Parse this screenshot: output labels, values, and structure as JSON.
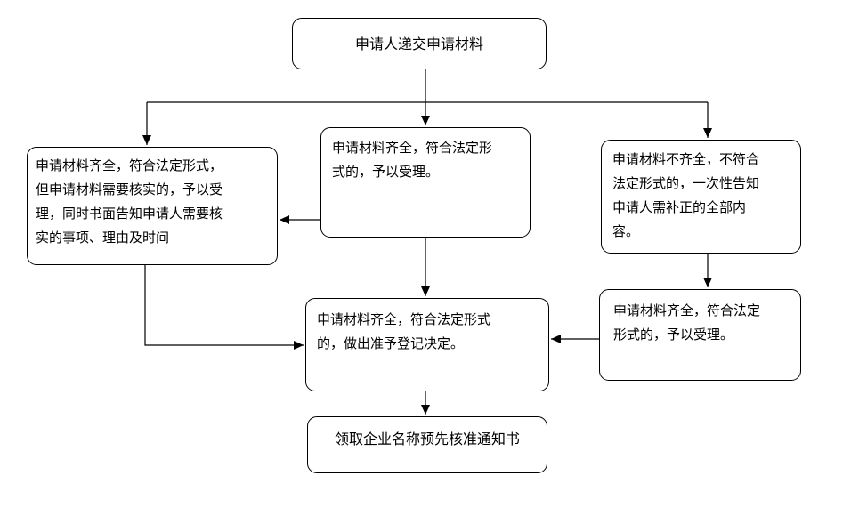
{
  "diagram": {
    "type": "flowchart",
    "colors": {
      "background": "#ffffff",
      "node_fill": "#ffffff",
      "node_border": "#000000",
      "line": "#000000",
      "text": "#000000"
    },
    "nodes": {
      "submit": {
        "label": "申请人递交申请材料"
      },
      "verify": {
        "label": "申请材料齐全，符合法定形式，\n但申请材料需要核实的，予以受\n理，同时书面告知申请人需要核\n实的事项、理由及时间"
      },
      "accept_center": {
        "label": "申请材料齐全，符合法定形\n式的，予以受理。"
      },
      "incomplete": {
        "label": "申请材料不齐全，不符合\n法定形式的，一次性告知\n申请人需补正的全部内\n容。"
      },
      "accept_right": {
        "label": "申请材料齐全，符合法定\n形式的，予以受理。"
      },
      "decision": {
        "label": "申请材料齐全，符合法定形式\n的，做出准予登记决定。"
      },
      "notice": {
        "label": "领取企业名称预先核准通知书"
      }
    },
    "edges": [
      {
        "from": "submit",
        "to": "verify"
      },
      {
        "from": "submit",
        "to": "accept_center"
      },
      {
        "from": "submit",
        "to": "incomplete"
      },
      {
        "from": "accept_center",
        "to": "verify"
      },
      {
        "from": "accept_center",
        "to": "decision"
      },
      {
        "from": "verify",
        "to": "decision"
      },
      {
        "from": "incomplete",
        "to": "accept_right"
      },
      {
        "from": "accept_right",
        "to": "decision"
      },
      {
        "from": "decision",
        "to": "notice"
      }
    ]
  }
}
